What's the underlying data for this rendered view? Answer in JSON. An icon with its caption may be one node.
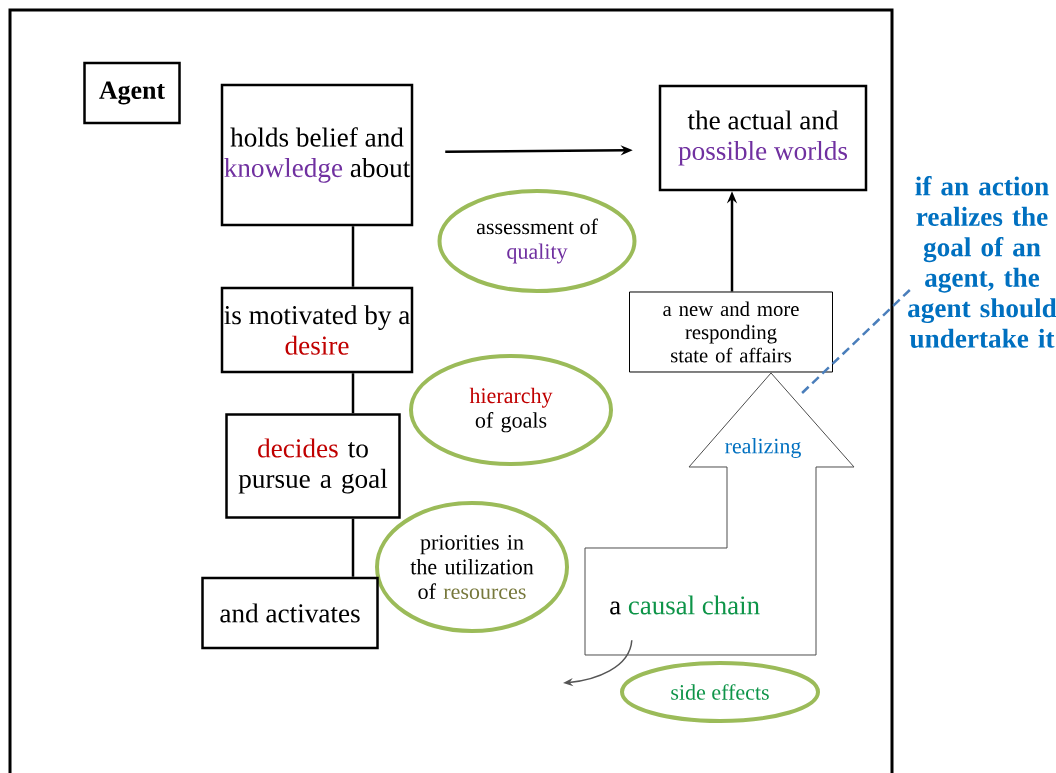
{
  "diagram": {
    "nodes": [
      {
        "text": [
          "Agent"
        ]
      },
      {
        "text": [
          "holds belief and",
          "knowledge",
          "about"
        ]
      },
      {
        "text": [
          "the actual and",
          "possible worlds"
        ]
      },
      {
        "text": [
          "assessment of",
          "quality"
        ]
      },
      {
        "text": [
          "is motivated by a",
          "desire"
        ]
      },
      {
        "text": [
          "hierarchy",
          "of goals"
        ]
      },
      {
        "text": [
          "decides",
          "to pursue a goal"
        ]
      },
      {
        "text": [
          "priorities in the utilization of",
          "resources"
        ]
      },
      {
        "text": [
          "a new and more responding state of affairs"
        ]
      },
      {
        "text": [
          "and activates"
        ]
      },
      {
        "text": [
          "realizing",
          "a",
          "causal chain"
        ]
      },
      {
        "text": [
          "side effects"
        ]
      },
      {
        "text": [
          "if an action realizes the goal of an agent, the agent should undertake it"
        ]
      }
    ],
    "edges": [
      {
        "from": 1,
        "to": 2,
        "arrow": "to"
      },
      {
        "from": 1,
        "to": 4,
        "arrow": "none"
      },
      {
        "from": 4,
        "to": 6,
        "arrow": "none"
      },
      {
        "from": 6,
        "to": 9,
        "arrow": "none"
      },
      {
        "from": 8,
        "to": 2,
        "arrow": "to"
      },
      {
        "from": 12,
        "to": 10,
        "arrow": "none",
        "style": "dashed",
        "color": "#4a7ebb"
      },
      {
        "from": 10,
        "to": null,
        "arrow": "to",
        "color": "#555555"
      }
    ]
  }
}
